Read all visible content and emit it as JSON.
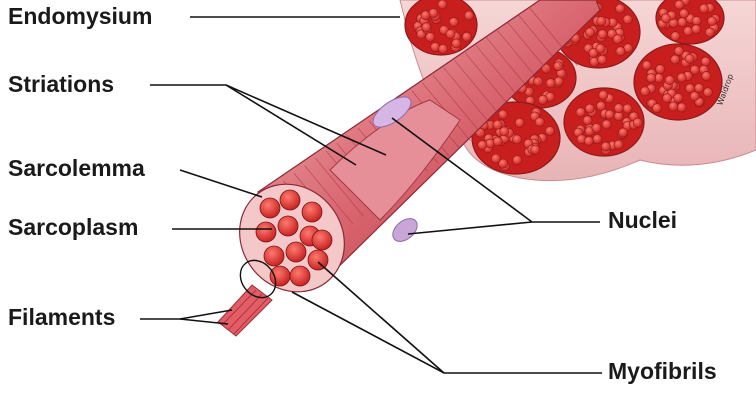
{
  "labels": {
    "endomysium": "Endomysium",
    "striations": "Striations",
    "sarcolemma": "Sarcolemma",
    "sarcoplasm": "Sarcoplasm",
    "filaments": "Filaments",
    "nuclei": "Nuclei",
    "myofibrils": "Myofibrils"
  },
  "signature": "Waldrop",
  "colors": {
    "fascicle_fill": "#c81e1e",
    "fiber_dot": "#e03a3a",
    "connective_tissue": "#f0c4c4",
    "fiber_body": "#d9666e",
    "nucleus": "#c9a6d8",
    "leader_line": "#111111"
  }
}
